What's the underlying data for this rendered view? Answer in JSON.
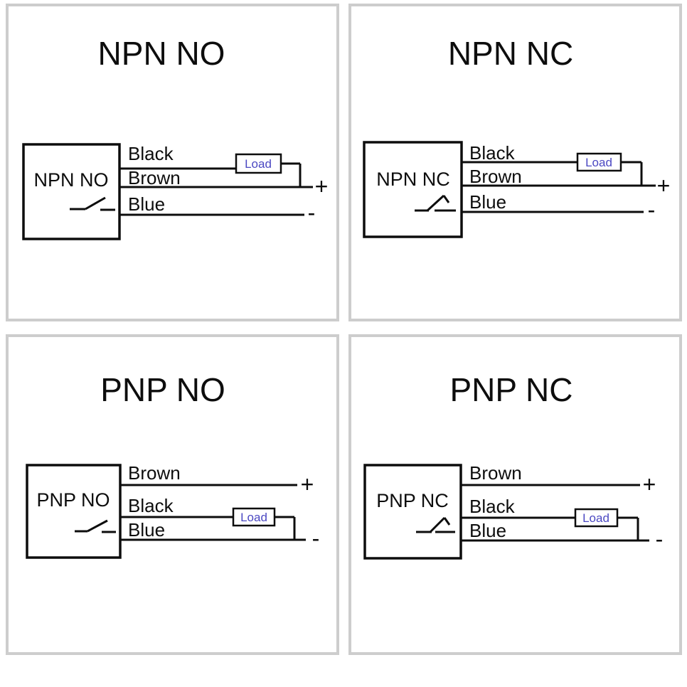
{
  "page": {
    "kind": "sensor wiring diagrams",
    "panel_count": 4
  },
  "colors": {
    "wire": "#0d0d0d",
    "load_text": "#4b48c2",
    "panel_border": "#cdcdcd"
  },
  "panels": [
    {
      "title": "NPN NO",
      "box_label": "NPN NO",
      "switch": "normally open",
      "load_label": "Load",
      "plus": "+",
      "minus": "-",
      "wires": [
        {
          "label": "Black",
          "connects_to": "Load"
        },
        {
          "label": "Brown",
          "terminal": "+"
        },
        {
          "label": "Blue",
          "terminal": "-"
        }
      ]
    },
    {
      "title": "NPN NC",
      "box_label": "NPN NC",
      "switch": "normally closed",
      "load_label": "Load",
      "plus": "+",
      "minus": "-",
      "wires": [
        {
          "label": "Black",
          "connects_to": "Load"
        },
        {
          "label": "Brown",
          "terminal": "+"
        },
        {
          "label": "Blue",
          "terminal": "-"
        }
      ]
    },
    {
      "title": "PNP NO",
      "box_label": "PNP NO",
      "switch": "normally open",
      "load_label": "Load",
      "plus": "+",
      "minus": "-",
      "wires": [
        {
          "label": "Brown",
          "terminal": "+"
        },
        {
          "label": "Black",
          "connects_to": "Load"
        },
        {
          "label": "Blue",
          "terminal": "-"
        }
      ]
    },
    {
      "title": "PNP NC",
      "box_label": "PNP NC",
      "switch": "normally closed",
      "load_label": "Load",
      "plus": "+",
      "minus": "-",
      "wires": [
        {
          "label": "Brown",
          "terminal": "+"
        },
        {
          "label": "Black",
          "connects_to": "Load"
        },
        {
          "label": "Blue",
          "terminal": "-"
        }
      ]
    }
  ]
}
